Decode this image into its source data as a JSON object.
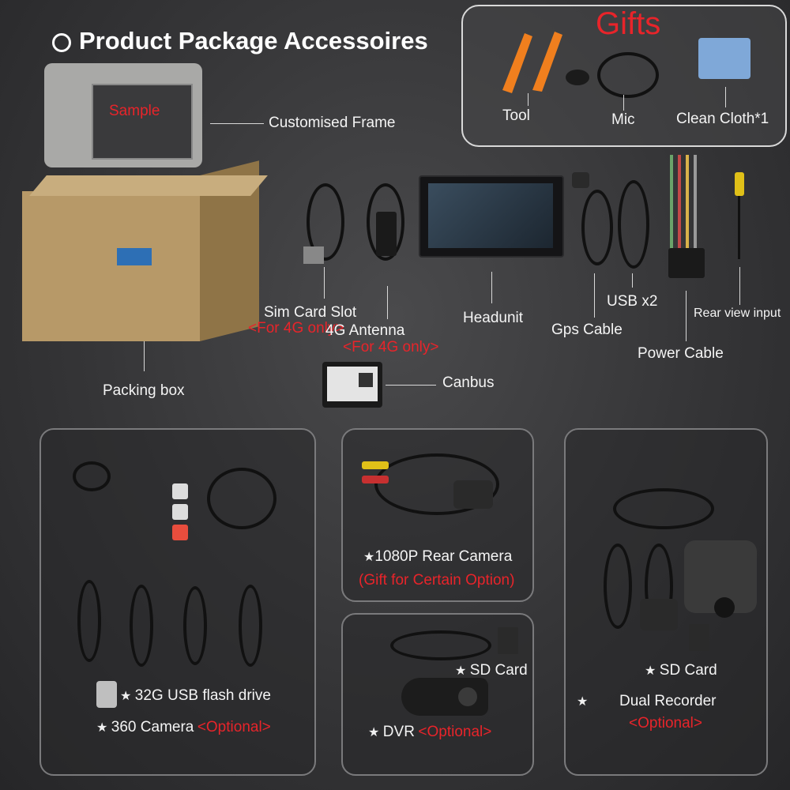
{
  "title": "Product Package Accessoires",
  "gifts": {
    "heading": "Gifts",
    "tool": "Tool",
    "mic": "Mic",
    "cloth": "Clean Cloth*1"
  },
  "frame": {
    "sample": "Sample",
    "label": "Customised Frame"
  },
  "packing_box": "Packing box",
  "items": {
    "sim_card_slot": "Sim Card Slot",
    "sim_note": "<For 4G only>",
    "antenna": "4G Antenna",
    "antenna_note": "<For 4G only>",
    "headunit": "Headunit",
    "gps_cable": "Gps Cable",
    "usb": "USB x2",
    "power_cable": "Power Cable",
    "rear_view": "Rear view input",
    "canbus": "Canbus"
  },
  "panels": {
    "camera360": {
      "usb_drive": "32G USB flash drive",
      "camera": "360 Camera",
      "optional": "<Optional>"
    },
    "rear_camera": {
      "label": "1080P Rear Camera",
      "note": "(Gift for Certain Option)"
    },
    "dvr": {
      "sd_card": "SD Card",
      "label": "DVR",
      "optional": "<Optional>"
    },
    "dual_recorder": {
      "sd_card": "SD Card",
      "label": "Dual Recorder",
      "optional": "<Optional>"
    }
  },
  "star_glyph": "★",
  "colors": {
    "accent_red": "#e8242a",
    "text": "#f4f4f4"
  }
}
